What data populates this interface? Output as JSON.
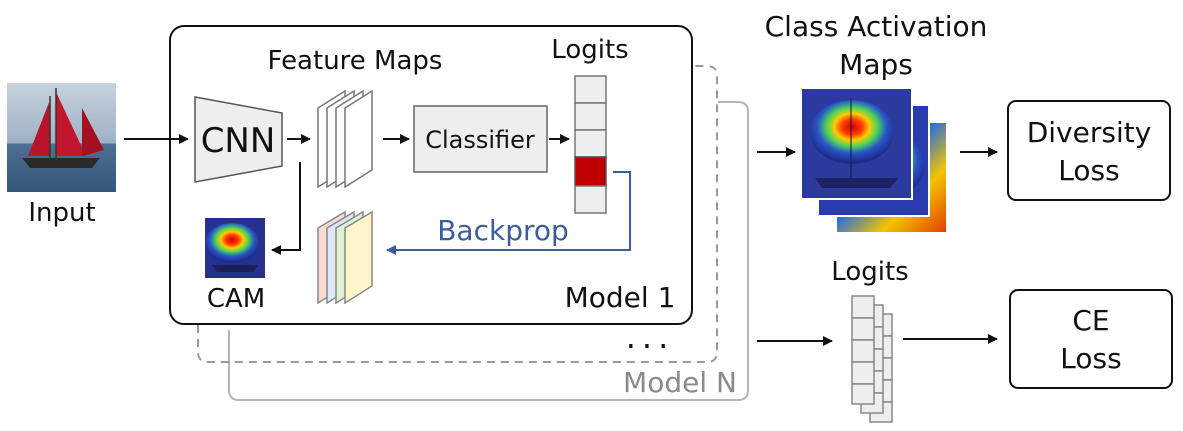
{
  "labels": {
    "input": "Input",
    "cnn": "CNN",
    "feature_maps": "Feature Maps",
    "classifier": "Classifier",
    "logits_top": "Logits",
    "backprop": "Backprop",
    "cam": "CAM",
    "model_1": "Model 1",
    "ellipsis": "...",
    "model_n": "Model N",
    "cam_title_line1": "Class Activation",
    "cam_title_line2": "Maps",
    "diversity_line1": "Diversity",
    "diversity_line2": "Loss",
    "logits_bottom": "Logits",
    "ce_line1": "CE",
    "ce_line2": "Loss"
  },
  "colors": {
    "backprop_blue": "#3b5e9a",
    "selected_logit": "#c00000",
    "box_fill": "#eeeeee",
    "dashed_gray": "#9a9a9a",
    "model_n_gray": "#8a8a8a"
  },
  "images": {
    "input": "sailboat-photo",
    "cam_thumbnail": "heatmap-on-sailboat",
    "cam_stack": "heatmap-on-sailboat"
  }
}
